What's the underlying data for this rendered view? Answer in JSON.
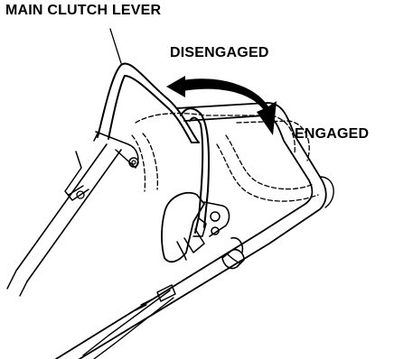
{
  "labels": {
    "main_clutch_lever": "MAIN CLUTCH LEVER",
    "disengaged": "DISENGAGED",
    "engaged": "ENGAGED"
  }
}
